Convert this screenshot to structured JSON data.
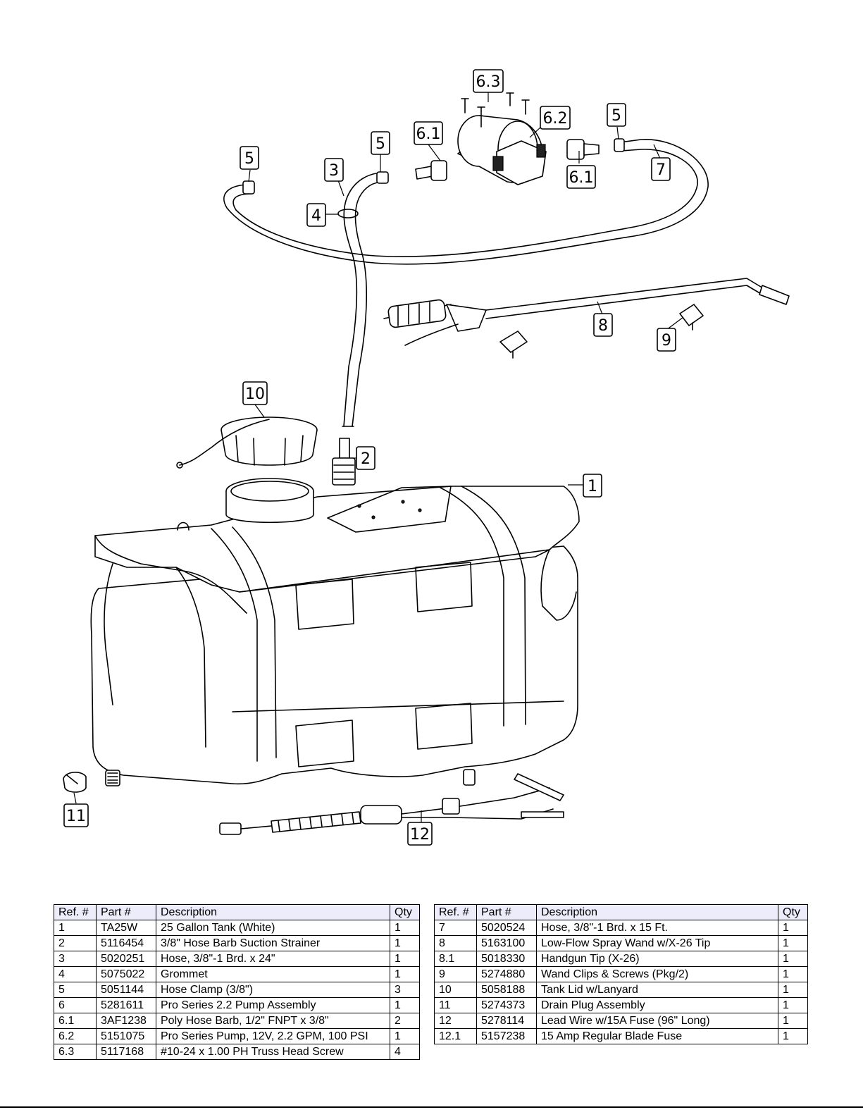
{
  "callouts": {
    "c1": "1",
    "c2": "2",
    "c3": "3",
    "c4": "4",
    "c5a": "5",
    "c5b": "5",
    "c5c": "5",
    "c6_1a": "6.1",
    "c6_1b": "6.1",
    "c6_2": "6.2",
    "c6_3": "6.3",
    "c7": "7",
    "c8": "8",
    "c9": "9",
    "c10": "10",
    "c11": "11",
    "c12": "12"
  },
  "table_left": {
    "headers": [
      "Ref. #",
      "Part #",
      "Description",
      "Qty"
    ],
    "rows": [
      [
        "1",
        "TA25W",
        "25 Gallon Tank (White)",
        "1"
      ],
      [
        "2",
        "5116454",
        "3/8\" Hose Barb Suction Strainer",
        "1"
      ],
      [
        "3",
        "5020251",
        "Hose, 3/8\"-1 Brd. x 24\"",
        "1"
      ],
      [
        "4",
        "5075022",
        "Grommet",
        "1"
      ],
      [
        "5",
        "5051144",
        "Hose Clamp (3/8\")",
        "3"
      ],
      [
        "6",
        "5281611",
        "Pro Series 2.2 Pump Assembly",
        "1"
      ],
      [
        "6.1",
        "3AF1238",
        "Poly Hose Barb, 1/2\" FNPT x 3/8\"",
        "2"
      ],
      [
        "6.2",
        "5151075",
        "Pro Series Pump, 12V, 2.2 GPM, 100 PSI",
        "1"
      ],
      [
        "6.3",
        "5117168",
        "#10-24 x 1.00 PH Truss Head Screw",
        "4"
      ]
    ]
  },
  "table_right": {
    "headers": [
      "Ref. #",
      "Part #",
      "Description",
      "Qty"
    ],
    "rows": [
      [
        "7",
        "5020524",
        "Hose, 3/8\"-1 Brd. x 15 Ft.",
        "1"
      ],
      [
        "8",
        "5163100",
        "Low-Flow Spray Wand w/X-26 Tip",
        "1"
      ],
      [
        "8.1",
        "5018330",
        "Handgun Tip (X-26)",
        "1"
      ],
      [
        "9",
        "5274880",
        "Wand Clips & Screws (Pkg/2)",
        "1"
      ],
      [
        "10",
        "5058188",
        "Tank Lid w/Lanyard",
        "1"
      ],
      [
        "11",
        "5274373",
        "Drain Plug Assembly",
        "1"
      ],
      [
        "12",
        "5278114",
        "Lead Wire w/15A Fuse (96\" Long)",
        "1"
      ],
      [
        "12.1",
        "5157238",
        "15 Amp Regular Blade Fuse",
        "1"
      ]
    ]
  }
}
